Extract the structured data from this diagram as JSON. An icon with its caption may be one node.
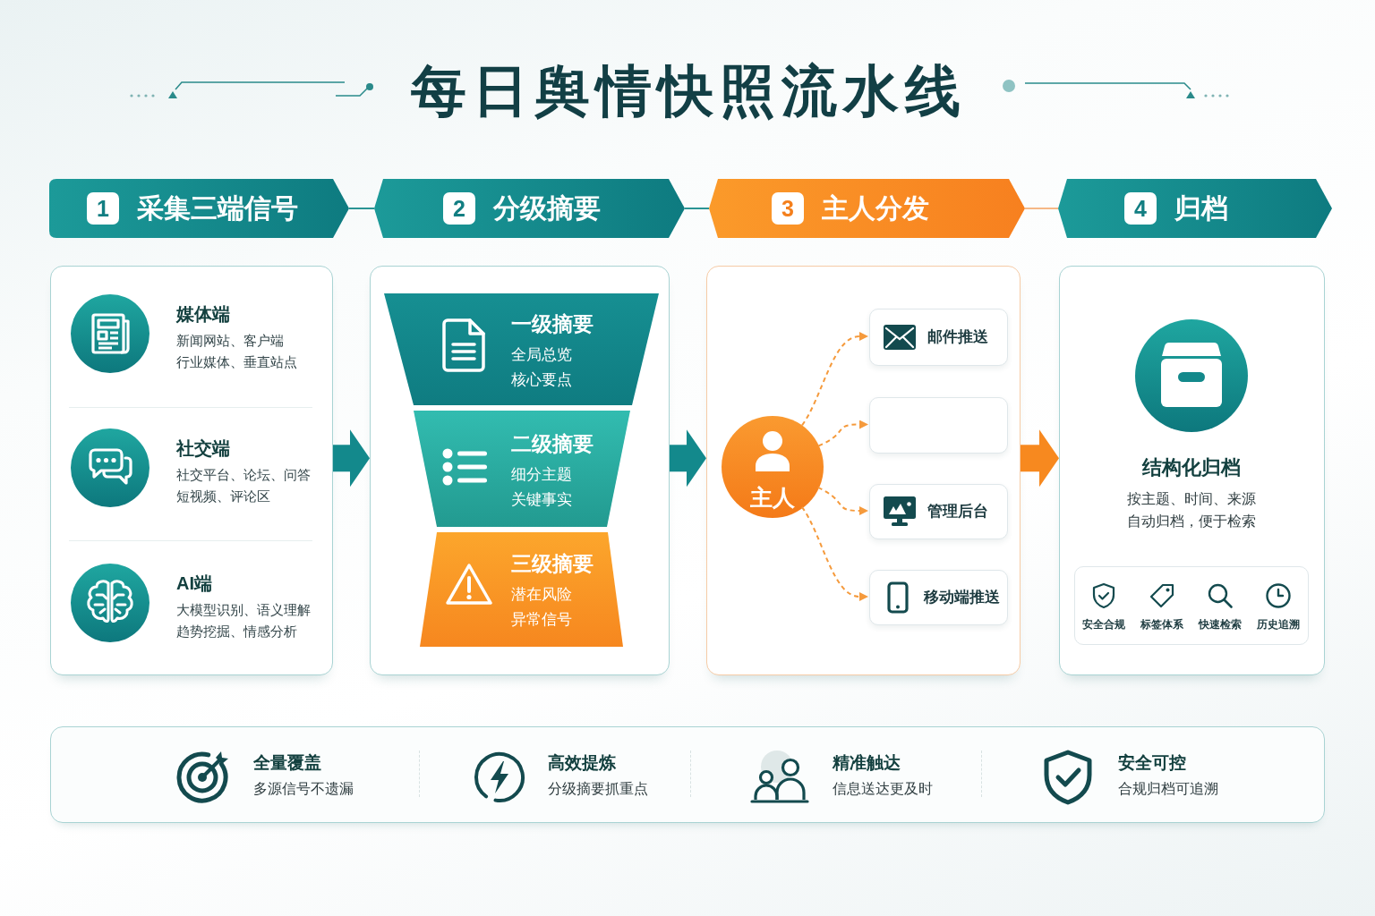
{
  "diagram": {
    "title": "每日舆情快照流水线",
    "nodes": [
      {
        "text": [
          "1",
          "采集三端信号"
        ]
      },
      {
        "text": [
          "2",
          "分级摘要"
        ]
      },
      {
        "text": [
          "3",
          "主人分发"
        ]
      },
      {
        "text": [
          "4",
          "归档"
        ]
      },
      {
        "text": [],
        "shape": "box"
      },
      {
        "text": [
          "媒体端",
          "新闻网站、客户端",
          "行业媒体、垂直站点"
        ],
        "in": 4
      },
      {
        "text": [
          "社交端",
          "社交平台、论坛、问答",
          "短视频、评论区"
        ],
        "in": 4
      },
      {
        "text": [
          "AI端",
          "大模型识别、语义理解",
          "趋势挖掘、情感分析"
        ],
        "in": 4
      },
      {
        "text": [],
        "shape": "box"
      },
      {
        "text": [
          "一级摘要",
          "全局总览",
          "核心要点"
        ],
        "in": 8
      },
      {
        "text": [
          "二级摘要",
          "细分主题",
          "关键事实"
        ],
        "in": 8
      },
      {
        "text": [
          "三级摘要",
          "潜在风险",
          "异常信号"
        ],
        "in": 8
      },
      {
        "text": [],
        "shape": "box"
      },
      {
        "text": [
          "主人"
        ],
        "in": 12
      },
      {
        "text": [
          "邮件推送"
        ],
        "in": 12
      },
      {
        "text": [],
        "shape": "box",
        "in": 12
      },
      {
        "text": [
          "管理后台"
        ],
        "in": 12
      },
      {
        "text": [
          "移动端推送"
        ],
        "in": 12
      },
      {
        "text": [
          "结构化归档",
          "按主题、时间、来源",
          "自动归档，便于检索"
        ]
      },
      {
        "text": [
          "安全合规",
          "标签体系",
          "快速检索",
          "历史追溯"
        ],
        "in": 18
      },
      {
        "text": [],
        "shape": "box"
      },
      {
        "text": [
          "全量覆盖",
          "多源信号不遗漏"
        ],
        "in": 20
      },
      {
        "text": [
          "高效提炼",
          "分级摘要抓重点"
        ],
        "in": 20
      },
      {
        "text": [
          "精准触达",
          "信息送达更及时"
        ],
        "in": 20
      },
      {
        "text": [
          "安全可控",
          "合规归档可追溯"
        ],
        "in": 20
      }
    ],
    "edges": [
      {
        "from": 0,
        "to": 1,
        "arrow": "none",
        "color": "#2a9494"
      },
      {
        "from": 1,
        "to": 2,
        "arrow": "none",
        "color": "#2a9494"
      },
      {
        "from": 2,
        "to": 3,
        "arrow": "none",
        "color": "#f6b886"
      },
      {
        "from": 4,
        "to": 8,
        "arrow": "to",
        "style": "thick",
        "color": "#13898c"
      },
      {
        "from": 8,
        "to": 12,
        "arrow": "to",
        "style": "thick",
        "color": "#13898c"
      },
      {
        "from": 12,
        "to": 18,
        "arrow": "to",
        "style": "thick",
        "color": "#f7891f"
      },
      {
        "from": 13,
        "to": 14,
        "arrow": "to",
        "style": "dashed",
        "color": "#f59a3c"
      },
      {
        "from": 13,
        "to": 15,
        "arrow": "to",
        "style": "dashed",
        "color": "#f59a3c"
      },
      {
        "from": 13,
        "to": 16,
        "arrow": "to",
        "style": "dashed",
        "color": "#f59a3c"
      },
      {
        "from": 13,
        "to": 17,
        "arrow": "to",
        "style": "dashed",
        "color": "#f59a3c"
      }
    ]
  }
}
